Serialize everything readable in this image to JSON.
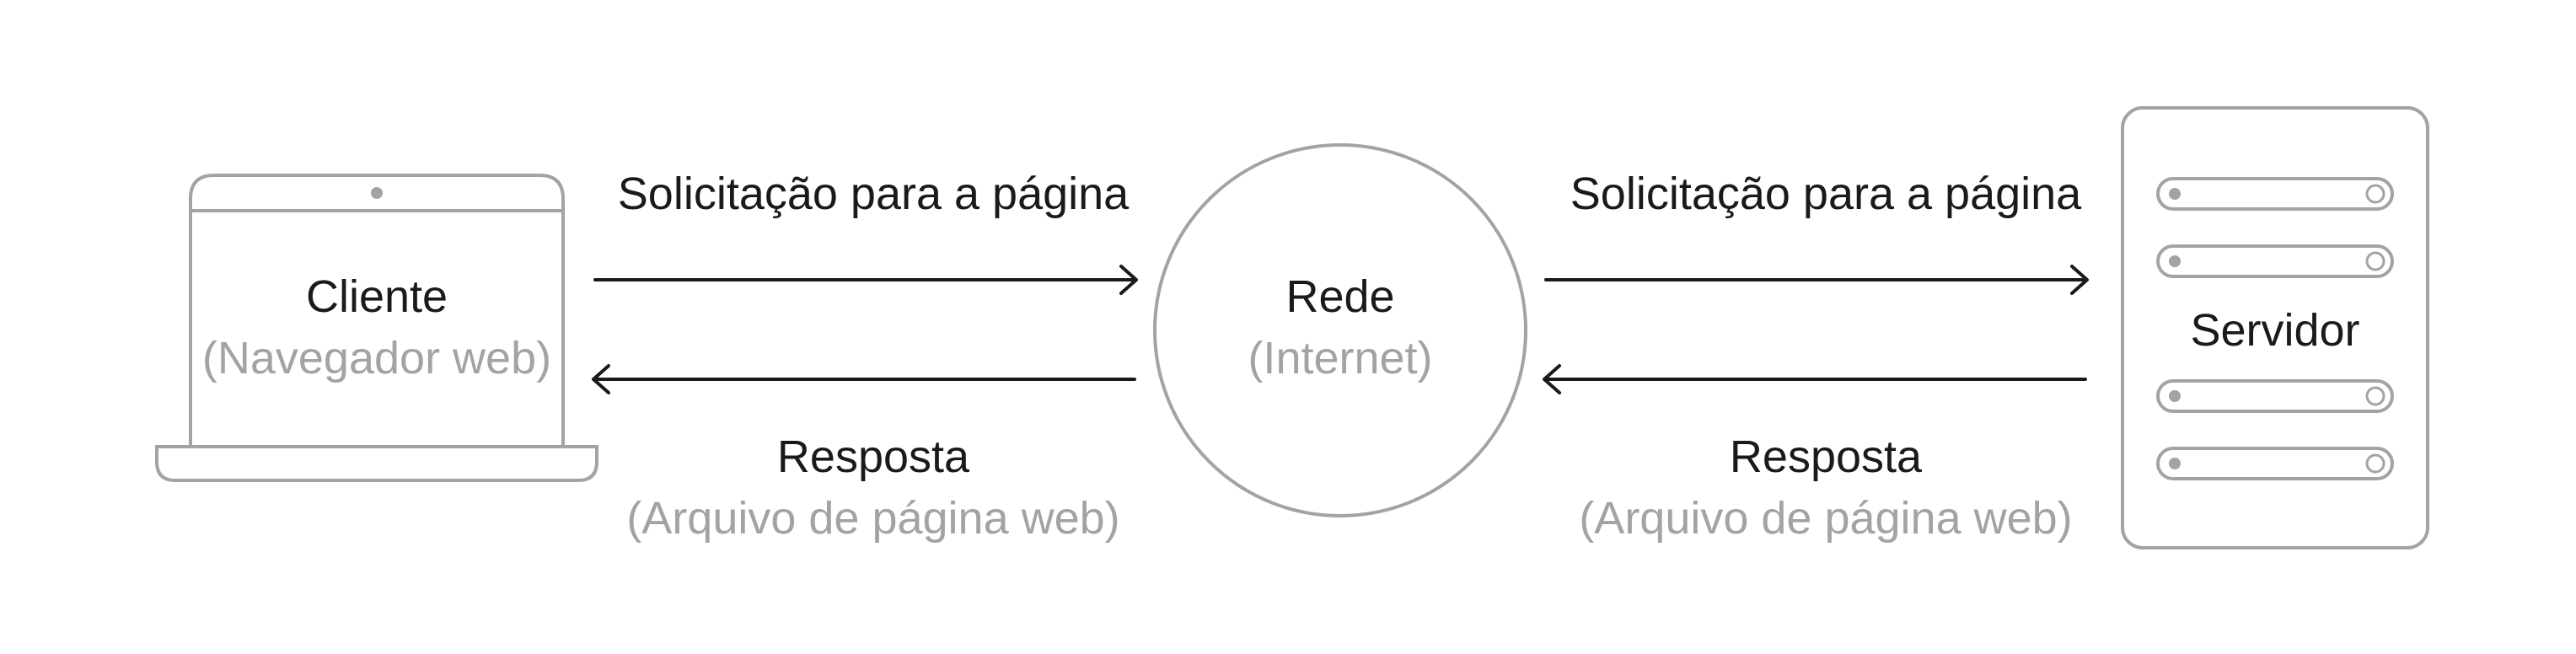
{
  "colors": {
    "text": "#1a1a1a",
    "muted": "#a3a3a3",
    "background": "#ffffff"
  },
  "client": {
    "title": "Cliente",
    "subtitle": "(Navegador web)",
    "icon": "laptop-icon"
  },
  "network": {
    "title": "Rede",
    "subtitle": "(Internet)",
    "icon": "circle-icon"
  },
  "server": {
    "title": "Servidor",
    "icon": "server-rack-icon"
  },
  "links": {
    "left": {
      "request": "Solicitação para a página",
      "response": "Resposta",
      "response_detail": "(Arquivo de página web)"
    },
    "right": {
      "request": "Solicitação para a página",
      "response": "Resposta",
      "response_detail": "(Arquivo de página web)"
    }
  }
}
